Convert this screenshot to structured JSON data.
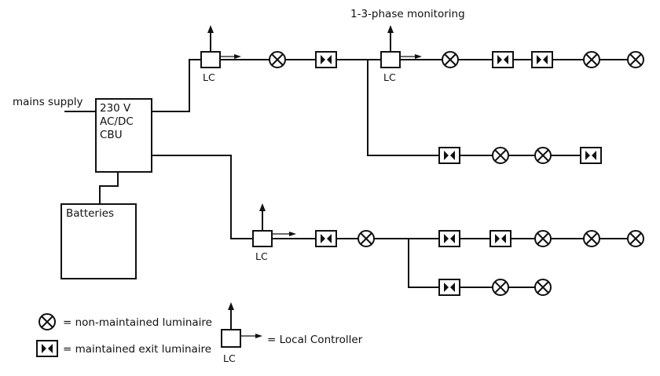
{
  "diagram": {
    "top_label": "1-3-phase monitoring",
    "mains_label": "mains supply",
    "cbu": {
      "line1": "230 V",
      "line2": "AC/DC",
      "line3": "CBU"
    },
    "batteries_label": "Batteries",
    "lc_label": "LC"
  },
  "legend": {
    "non_maintained": "= non-maintained luminaire",
    "maintained": "= maintained exit luminaire",
    "local_controller": "= Local Controller",
    "lc_label": "LC"
  },
  "icons": {
    "non_maintained": "circle-x-icon",
    "maintained": "bowtie-box-icon",
    "local_controller": "lc-box-icon"
  }
}
